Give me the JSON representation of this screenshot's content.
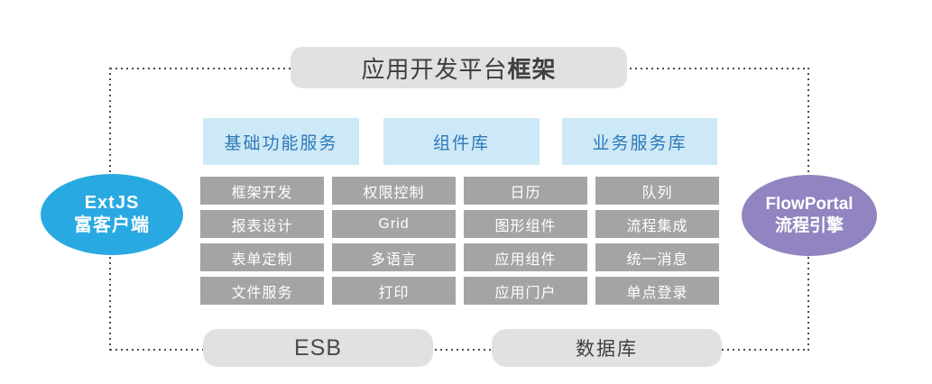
{
  "diagram": {
    "top_pill": {
      "label_regular": "应用开发平台",
      "label_bold": "框架"
    },
    "headers": [
      {
        "label": "基础功能服务"
      },
      {
        "label": "组件库"
      },
      {
        "label": "业务服务库"
      }
    ],
    "grid_rows": [
      [
        "框架开发",
        "权限控制",
        "日历",
        "队列"
      ],
      [
        "报表设计",
        "Grid",
        "图形组件",
        "流程集成"
      ],
      [
        "表单定制",
        "多语言",
        "应用组件",
        "统一消息"
      ],
      [
        "文件服务",
        "打印",
        "应用门户",
        "单点登录"
      ]
    ],
    "left_ellipse": {
      "line1": "ExtJS",
      "line2": "富客户端"
    },
    "right_ellipse": {
      "line1": "FlowPortal",
      "line2": "流程引擎"
    },
    "bottom_pills": [
      {
        "label": "ESB"
      },
      {
        "label": "数据库"
      }
    ],
    "colors": {
      "pill_bg": "#e1e1e1",
      "header_bg": "#cde8f6",
      "header_text": "#2d79b8",
      "cell_bg": "#a4a4a4",
      "cell_text": "#ffffff",
      "left_ellipse_bg": "#29a9e1",
      "right_ellipse_bg": "#9184c0",
      "dotted_line": "#4d4d4d"
    }
  }
}
